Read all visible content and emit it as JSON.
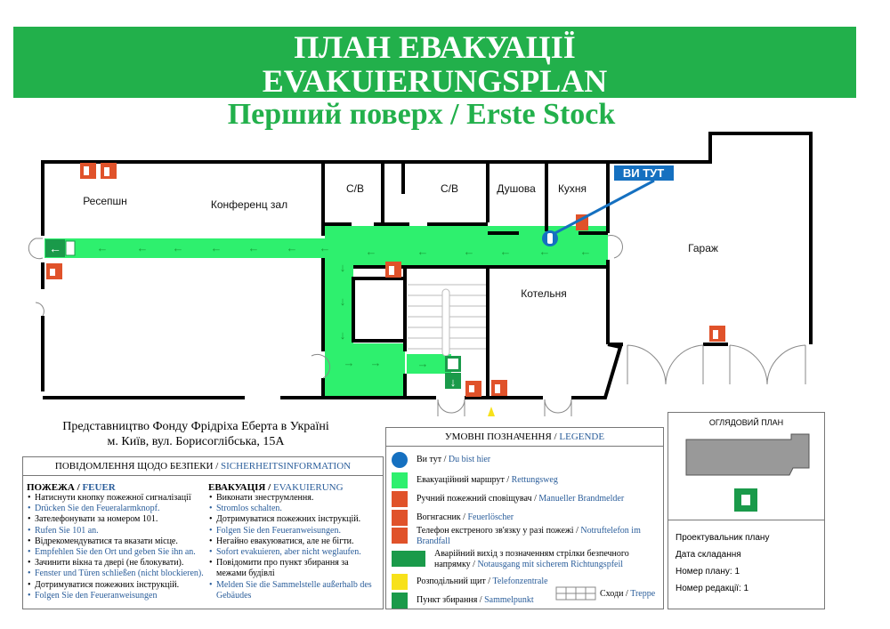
{
  "header": {
    "title_ua": "ПЛАН ЕВАКУАЦІЇ",
    "title_de": "EVAKUIERUNGSPLAN",
    "subtitle": "Перший поверх / Erste Stock"
  },
  "plan": {
    "rooms": {
      "reception": "Ресепшн",
      "conference": "Конференц зал",
      "wc1": "С/В",
      "wc2": "С/В",
      "shower": "Душова",
      "kitchen": "Кухня",
      "garage": "Гараж",
      "boiler": "Котельня"
    },
    "you_are_here": "ВИ ТУТ"
  },
  "address": {
    "line1": "Представництво Фонду Фрідріха Еберта в Україні",
    "line2": "м. Київ, вул. Борисоглібська, 15А"
  },
  "safety": {
    "title_ua": "ПОВІДОМЛЕННЯ  ЩОДО БЕЗПЕКИ / ",
    "title_de": "SICHERHEITSINFORMATION",
    "fire": {
      "head_ua": "ПОЖЕЖА / ",
      "head_de": "FEUER",
      "items": [
        {
          "t": "Натиснути кнопку пожежної сигналізації",
          "de": false
        },
        {
          "t": "Drücken Sie den Feueralarmknopf.",
          "de": true
        },
        {
          "t": "Зателефонувати за номером 101.",
          "de": false
        },
        {
          "t": "Rufen Sie 101 an.",
          "de": true
        },
        {
          "t": "Відрекомендуватися та вказати місце.",
          "de": false
        },
        {
          "t": "Empfehlen Sie den Ort und geben Sie ihn an.",
          "de": true
        },
        {
          "t": "Зачинити вікна та двері (не блокувати).",
          "de": false
        },
        {
          "t": "Fenster und Türen schließen (nicht blockieren).",
          "de": true
        },
        {
          "t": "Дотримуватися пожежних інструкцій.",
          "de": false
        },
        {
          "t": "Folgen Sie den Feueranweisungen",
          "de": true
        }
      ]
    },
    "evac": {
      "head_ua": "ЕВАКУАЦІЯ / ",
      "head_de": "EVAKUIERUNG",
      "items": [
        {
          "t": "Виконати знеструмлення.",
          "de": false
        },
        {
          "t": "Stromlos schalten.",
          "de": true
        },
        {
          "t": "Дотримуватися пожежних інструкцій.",
          "de": false
        },
        {
          "t": "Folgen Sie den Feueranweisungen.",
          "de": true
        },
        {
          "t": "Негайно евакуюватися, але не бігти.",
          "de": false
        },
        {
          "t": "Sofort evakuieren, aber nicht weglaufen.",
          "de": true
        },
        {
          "t": "Повідомити про пункт збирання за межами будівлі",
          "de": false
        },
        {
          "t": "Melden Sie die Sammelstelle außerhalb des Gebäudes",
          "de": true
        }
      ]
    }
  },
  "legend": {
    "title_ua": "УМОВНІ ПОЗНАЧЕННЯ / ",
    "title_de": "LEGENDE",
    "items": [
      {
        "icon": "you-are-here-icon",
        "ua": "Ви тут / ",
        "de": "Du bist hier"
      },
      {
        "icon": "evacuation-route-icon",
        "ua": "Евакуаційний маршрут / ",
        "de": "Rettungsweg"
      },
      {
        "icon": "fire-alarm-icon",
        "ua": "Ручний пожежний сповіщувач / ",
        "de": "Manueller Brandmelder"
      },
      {
        "icon": "fire-extinguisher-icon",
        "ua": "Вогнгасник / ",
        "de": "Feuerlöscher"
      },
      {
        "icon": "emergency-phone-icon",
        "ua": "Телефон екстреного зв'язку у разі пожежі / ",
        "de": "Notruftelefon im Brandfall"
      },
      {
        "icon": "emergency-exit-icon",
        "ua": "Аварійний вихід з позначенням стрілки безпечного напрямку / ",
        "de": "Notausgang mit sicherem Richtungspfeil"
      },
      {
        "icon": "electrical-panel-icon",
        "ua": "Розподільний щит / ",
        "de": "Telefonzentrale"
      },
      {
        "icon": "assembly-point-icon",
        "ua": "Пункт збирання / ",
        "de": "Sammelpunkt"
      }
    ],
    "stairs": {
      "ua": "Сходи / ",
      "de": "Treppe"
    }
  },
  "overview": {
    "title": "ОГЛЯДОВИЙ ПЛАН",
    "designer": "Проектувальник плану",
    "date": "Дата складання",
    "plan_no": "Номер плану: 1",
    "revision_no": "Номер редакції: 1"
  },
  "colors": {
    "banner": "#22b04b",
    "route": "#2ef06e",
    "arrow": "#1aa03a",
    "fire": "#e0522a",
    "blue": "#1570c0",
    "exit": "#1a9a4a"
  }
}
